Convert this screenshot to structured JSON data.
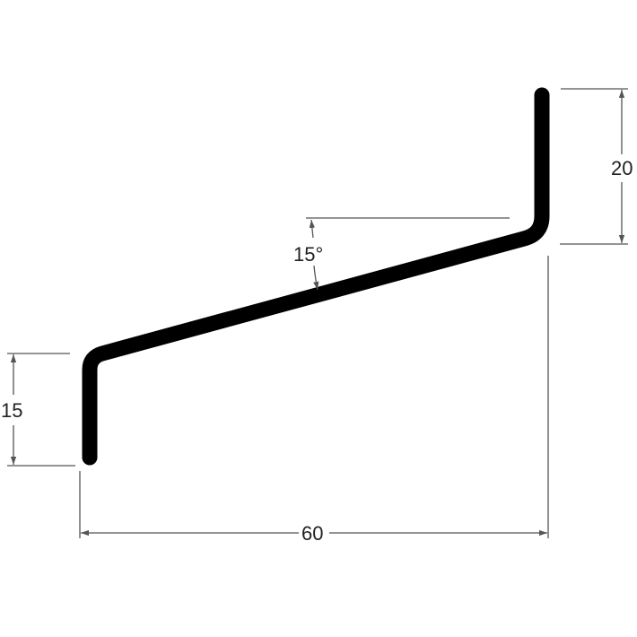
{
  "dimensions": {
    "bottom_flange_height": "15",
    "top_flange_height": "20",
    "overall_width": "60",
    "slope_angle": "15°"
  },
  "colors": {
    "profile": "#000000",
    "dimension_lines": "#555555",
    "text": "#222222"
  }
}
